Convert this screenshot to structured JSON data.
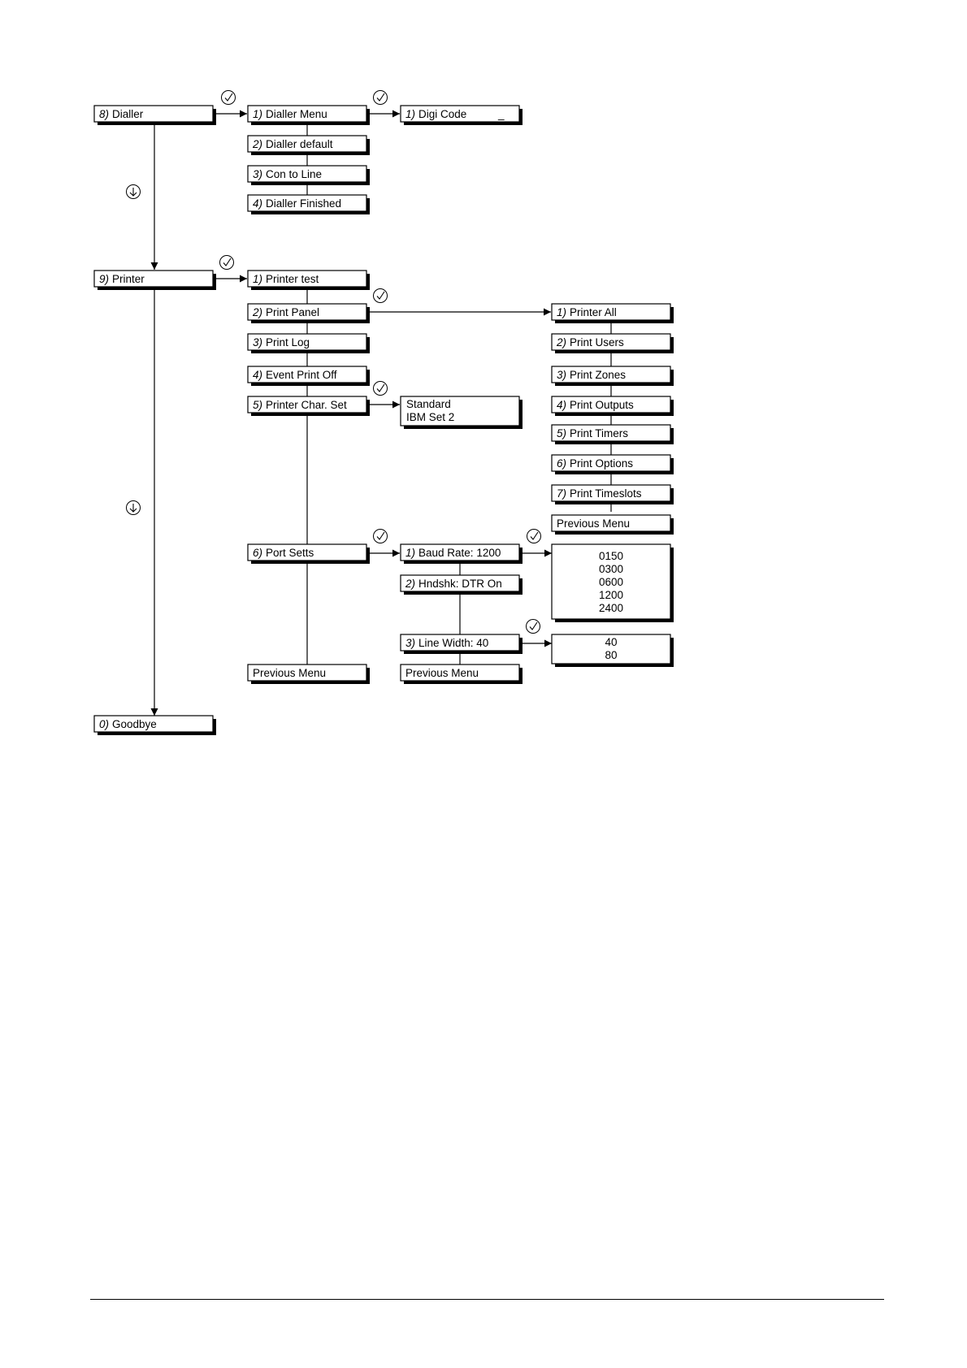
{
  "menu": {
    "dialler": {
      "main": {
        "num": "8)",
        "label": "Dialler"
      },
      "items": [
        {
          "num": "1)",
          "label": "Dialler Menu"
        },
        {
          "num": "2)",
          "label": "Dialler default"
        },
        {
          "num": "3)",
          "label": "Con to Line"
        },
        {
          "num": "4)",
          "label": "Dialler Finished"
        }
      ],
      "digi": {
        "num": "1)",
        "label": "Digi Code",
        "cursor": "_"
      }
    },
    "printer": {
      "main": {
        "num": "9)",
        "label": "Printer"
      },
      "items": [
        {
          "num": "1)",
          "label": "Printer test"
        },
        {
          "num": "2)",
          "label": "Print Panel"
        },
        {
          "num": "3)",
          "label": "Print Log"
        },
        {
          "num": "4)",
          "label": "Event Print Off"
        },
        {
          "num": "5)",
          "label": "Printer Char. Set"
        },
        {
          "num": "6)",
          "label": "Port Setts"
        },
        {
          "num": "",
          "label": "Previous Menu"
        }
      ],
      "panel_items": [
        {
          "num": "1)",
          "label": "Printer All"
        },
        {
          "num": "2)",
          "label": "Print Users"
        },
        {
          "num": "3)",
          "label": "Print Zones"
        },
        {
          "num": "4)",
          "label": "Print Outputs"
        },
        {
          "num": "5)",
          "label": "Print Timers"
        },
        {
          "num": "6)",
          "label": "Print Options"
        },
        {
          "num": "7)",
          "label": "Print Timeslots"
        },
        {
          "num": "",
          "label": "Previous Menu"
        }
      ],
      "char_set_options": [
        "Standard",
        "IBM Set 2"
      ],
      "port_items": [
        {
          "num": "1)",
          "label": "Baud Rate: 1200"
        },
        {
          "num": "2)",
          "label": "Hndshk: DTR On"
        },
        {
          "num": "3)",
          "label": "Line Width: 40"
        },
        {
          "num": "",
          "label": "Previous Menu"
        }
      ],
      "baud_options": [
        "0150",
        "0300",
        "0600",
        "1200",
        "2400"
      ],
      "width_options": [
        "40",
        "80"
      ]
    },
    "goodbye": {
      "num": "0)",
      "label": "Goodbye"
    }
  }
}
